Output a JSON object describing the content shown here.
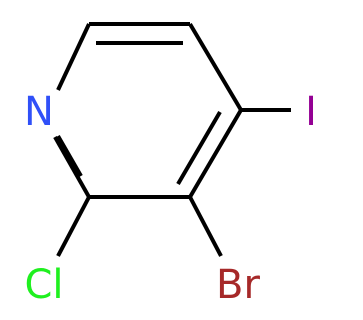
{
  "molecule": {
    "atoms": {
      "N": {
        "label": "N",
        "color": "#3050f8"
      },
      "Cl": {
        "label": "Cl",
        "color": "#1ff01f"
      },
      "Br": {
        "label": "Br",
        "color": "#a62929"
      },
      "I": {
        "label": "I",
        "color": "#940094"
      }
    },
    "bond_color": "#000000"
  }
}
